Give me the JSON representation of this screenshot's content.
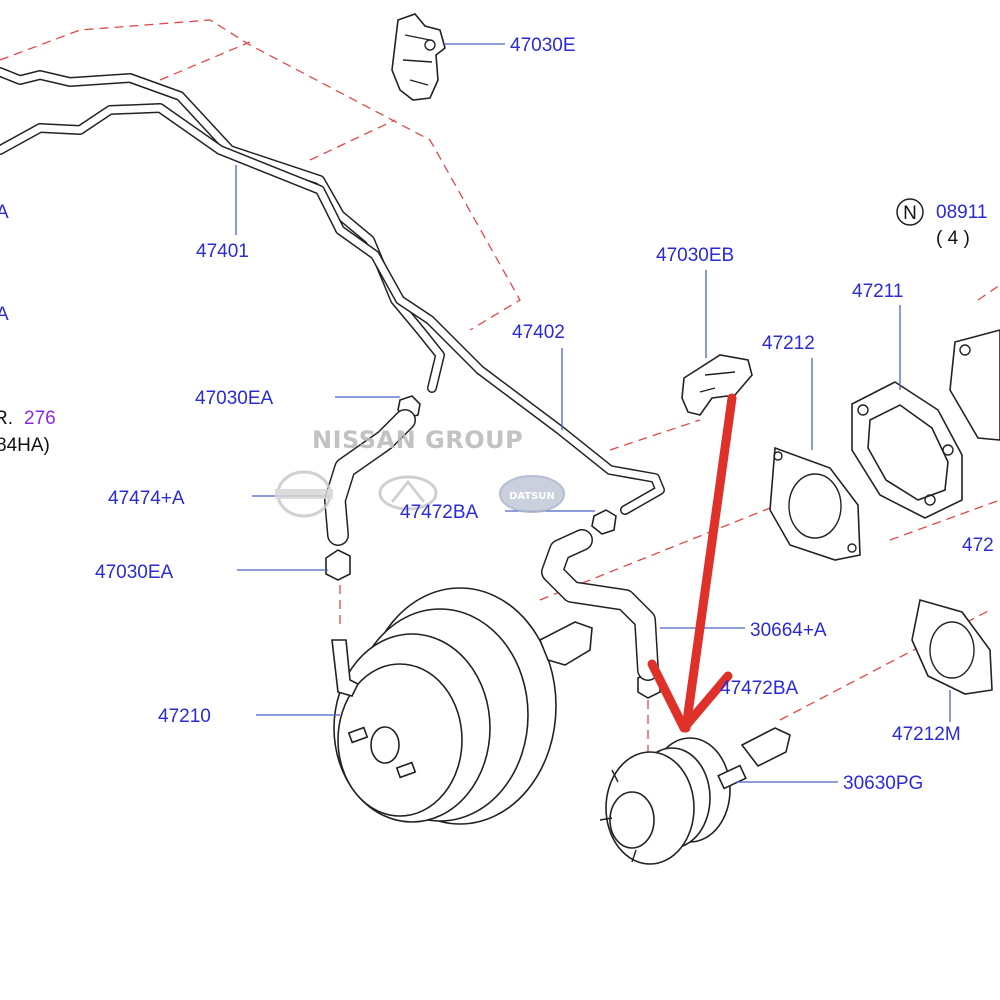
{
  "labels": {
    "p47030E": "47030E",
    "p47401": "47401",
    "p47402": "47402",
    "p47030EB": "47030EB",
    "p47212": "47212",
    "p47211": "47211",
    "p08911": "08911",
    "qty4": "( 4 )",
    "n": "N",
    "p47030EA_top": "47030EA",
    "p47474A": "47474+A",
    "p47472BA_mid": "47472BA",
    "p47030EA_low": "47030EA",
    "p30664A": "30664+A",
    "p47210": "47210",
    "p47472BA_low": "47472BA",
    "p30630PG": "30630PG",
    "p47212M": "47212M",
    "p472_cut": "472",
    "edge_a1": "A",
    "edge_a2": "A",
    "edge_ref_prefix": "R.",
    "edge_ref_page": "276",
    "edge_ref_code": "84HA)"
  },
  "watermark": {
    "text": "NISSAN GROUP",
    "logos": [
      "nissan-logo",
      "infiniti-logo",
      "datsun-logo"
    ],
    "datsun_text": "DATSUN"
  },
  "colors": {
    "label_blue": "#2a2ad8",
    "leader_blue": "#4a62c8",
    "dash_red": "#e04848",
    "arrow_red": "#e0302a",
    "ref_purple": "#8a2be2"
  }
}
